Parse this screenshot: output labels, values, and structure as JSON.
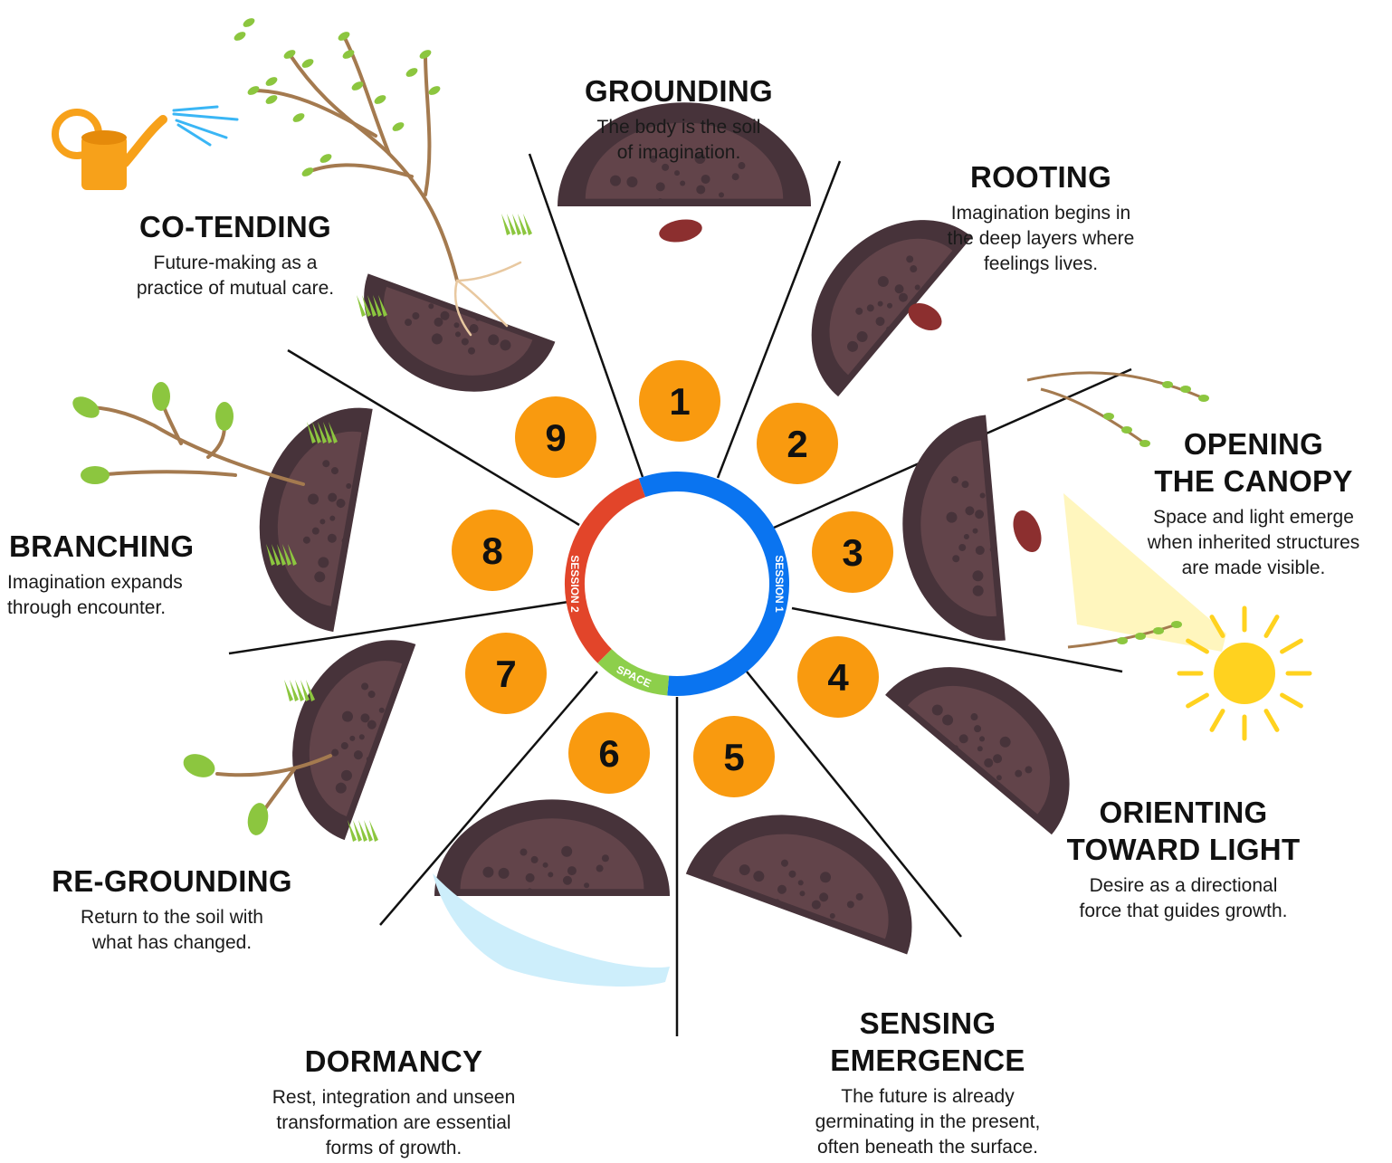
{
  "stages": [
    {
      "number": "1",
      "title": "GROUNDING",
      "description": "The body is the soil\nof imagination."
    },
    {
      "number": "2",
      "title": "ROOTING",
      "description": "Imagination begins in\nthe deep layers where\nfeelings lives."
    },
    {
      "number": "3",
      "title": "OPENING\nTHE CANOPY",
      "description": "Space and light emerge\nwhen inherited structures\nare made visible."
    },
    {
      "number": "4",
      "title": "ORIENTING\nTOWARD LIGHT",
      "description": "Desire as a directional\nforce that guides growth."
    },
    {
      "number": "5",
      "title": "SENSING\nEMERGENCE",
      "description": "The future is already\ngerminating in the present,\noften beneath the surface."
    },
    {
      "number": "6",
      "title": "DORMANCY",
      "description": "Rest, integration and unseen\ntransformation are essential\nforms of growth."
    },
    {
      "number": "7",
      "title": "RE-GROUNDING",
      "description": "Return to the soil with\nwhat has changed."
    },
    {
      "number": "8",
      "title": "BRANCHING",
      "description": "Imagination expands\nthrough encounter."
    },
    {
      "number": "9",
      "title": "CO-TENDING",
      "description": "Future-making as a\npractice of mutual care."
    }
  ],
  "ring": {
    "session_1": "SESSION 1",
    "session_2": "SESSION 2",
    "space": "SPACE"
  },
  "colors": {
    "session_1": "#0a74f0",
    "session_2": "#e2452a",
    "space": "#8dcf4b",
    "number_circle": "#f99a0f",
    "soil": "#47333a",
    "soil_inner": "#6b4b50",
    "leaf": "#8cc63f",
    "branch": "#a47a4f",
    "sun": "#ffd21f",
    "water": "#cdeefb",
    "can": "#f7a11a"
  },
  "icons": [
    "watering-can-icon",
    "sun-icon",
    "tree-icon",
    "sprout-icon"
  ]
}
